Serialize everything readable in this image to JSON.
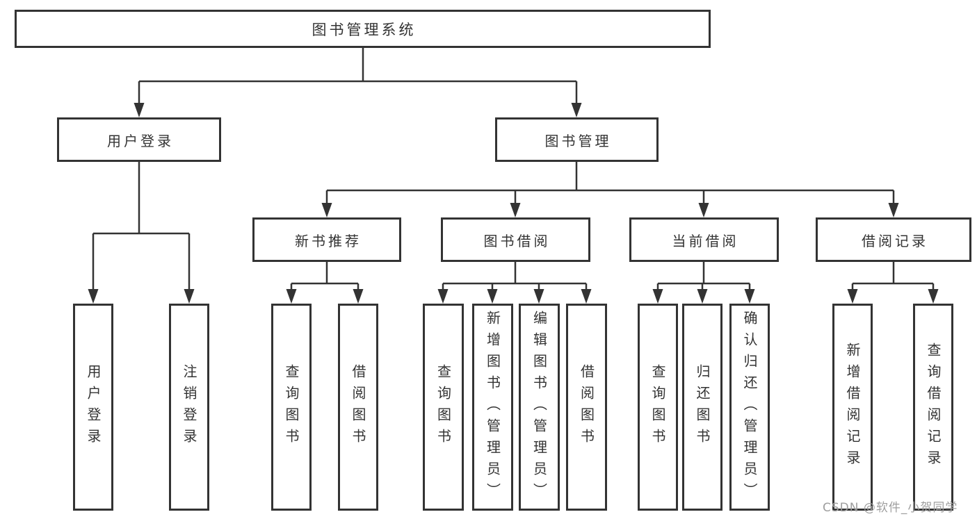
{
  "diagram": {
    "title": {
      "label": "图书管理系统"
    },
    "level2": {
      "user_login": {
        "label": "用户登录"
      },
      "book_mgmt": {
        "label": "图书管理"
      }
    },
    "level3": {
      "new_book": {
        "label": "新书推荐"
      },
      "borrow": {
        "label": "图书借阅"
      },
      "current": {
        "label": "当前借阅"
      },
      "records": {
        "label": "借阅记录"
      }
    },
    "leaves": {
      "user_login_1": {
        "label": "用户登录"
      },
      "user_login_2": {
        "label": "注销登录"
      },
      "new_book_1": {
        "label": "查询图书"
      },
      "new_book_2": {
        "label": "借阅图书"
      },
      "borrow_1": {
        "label": "查询图书"
      },
      "borrow_2": {
        "label": "新增图书（管理员）"
      },
      "borrow_3": {
        "label": "编辑图书（管理员）"
      },
      "borrow_4": {
        "label": "借阅图书"
      },
      "current_1": {
        "label": "查询图书"
      },
      "current_2": {
        "label": "归还图书"
      },
      "current_3": {
        "label": "确认归还（管理员）"
      },
      "records_1": {
        "label": "新增借阅记录"
      },
      "records_2": {
        "label": "查询借阅记录"
      }
    }
  },
  "watermark": {
    "text": "CSDN @软件_小贺同学"
  },
  "colors": {
    "line": "#333333",
    "text": "#333333",
    "watermark_text": "#9e9e9e",
    "background": "#ffffff"
  }
}
